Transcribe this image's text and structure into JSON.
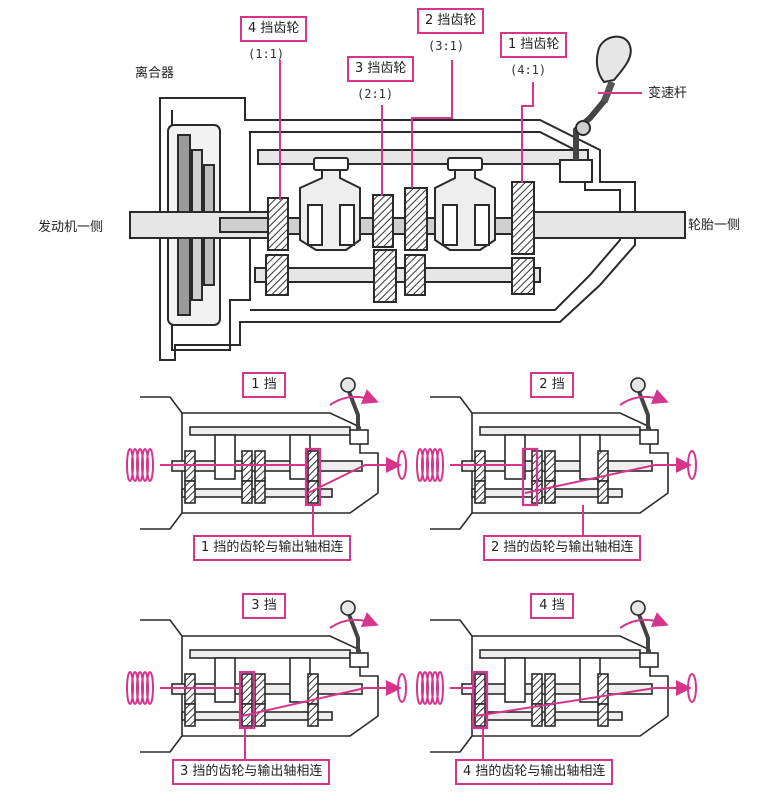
{
  "labels": {
    "clutch": "离合器",
    "engine_side": "发动机一侧",
    "tire_side": "轮胎一侧",
    "shift_lever": "变速杆"
  },
  "gears": [
    {
      "name": "4 挡齿轮",
      "ratio": "(1:1)"
    },
    {
      "name": "3 挡齿轮",
      "ratio": "(2:1)"
    },
    {
      "name": "2 挡齿轮",
      "ratio": "(3:1)"
    },
    {
      "name": "1 挡齿轮",
      "ratio": "(4:1)"
    }
  ],
  "panels": [
    {
      "title": "1 挡",
      "caption": "1 挡的齿轮与输出轴相连"
    },
    {
      "title": "2 挡",
      "caption": "2 挡的齿轮与输出轴相连"
    },
    {
      "title": "3 挡",
      "caption": "3 挡的齿轮与输出轴相连"
    },
    {
      "title": "4 挡",
      "caption": "4 挡的齿轮与输出轴相连"
    }
  ],
  "colors": {
    "accent": "#d6358e",
    "line": "#2a2a2a",
    "fill": "#e6e6e6",
    "dark": "#555555"
  }
}
